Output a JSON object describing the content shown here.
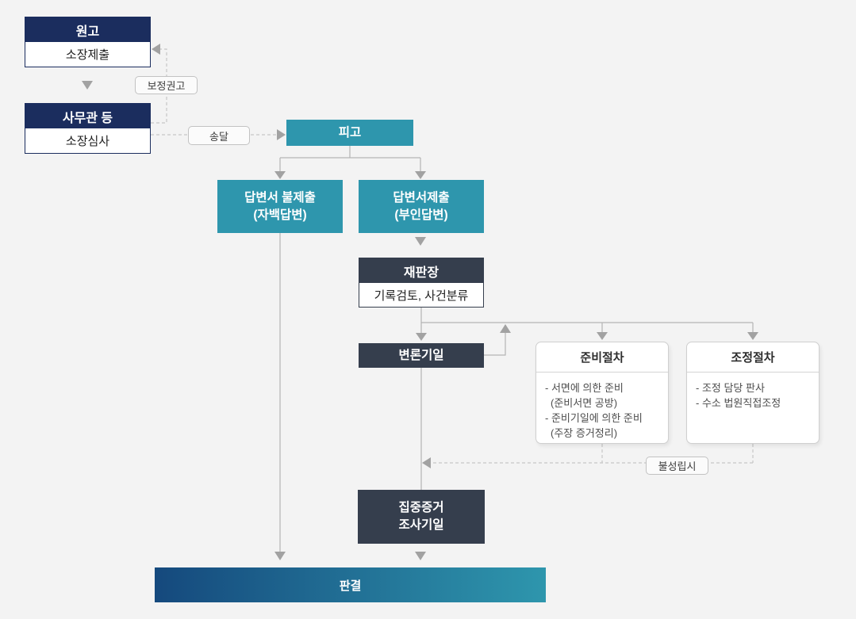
{
  "nodes": {
    "wongo": {
      "header": "원고",
      "body": "소장제출"
    },
    "samugwan": {
      "header": "사무관 등",
      "body": "소장심사"
    },
    "pigo": {
      "label": "피고"
    },
    "no_answer": {
      "line1": "답변서 불제출",
      "line2": "(자백답변)"
    },
    "answer": {
      "line1": "답변서제출",
      "line2": "(부인답변)"
    },
    "jaepanjang": {
      "header": "재판장",
      "body": "기록검토, 사건분류"
    },
    "byeonron": {
      "label": "변론기일"
    },
    "junbi": {
      "title": "준비절차",
      "items": [
        "- 서면에 의한 준비",
        "(준비서면 공방)",
        "- 준비기일에 의한 준비",
        "(주장 증거정리)"
      ]
    },
    "jojeong": {
      "title": "조정절차",
      "items": [
        "- 조정 담당 판사",
        "- 수소 법원직접조정"
      ]
    },
    "jipjung": {
      "line1": "집중증거",
      "line2": "조사기일"
    },
    "pangyeol": {
      "label": "판결"
    }
  },
  "labels": {
    "bojeong": "보정권고",
    "songdal": "송달",
    "bulseongrip": "불성립시"
  },
  "colors": {
    "background": "#f3f3f3",
    "navy": "#1b2d5e",
    "teal": "#2e96ad",
    "slate": "#353e4d",
    "gradient_start": "#15497d",
    "gradient_end": "#2e96ad",
    "solid_line": "#b4b4b4",
    "dashed_line": "#c6c6c6",
    "arrowhead": "#a2a2a2"
  }
}
